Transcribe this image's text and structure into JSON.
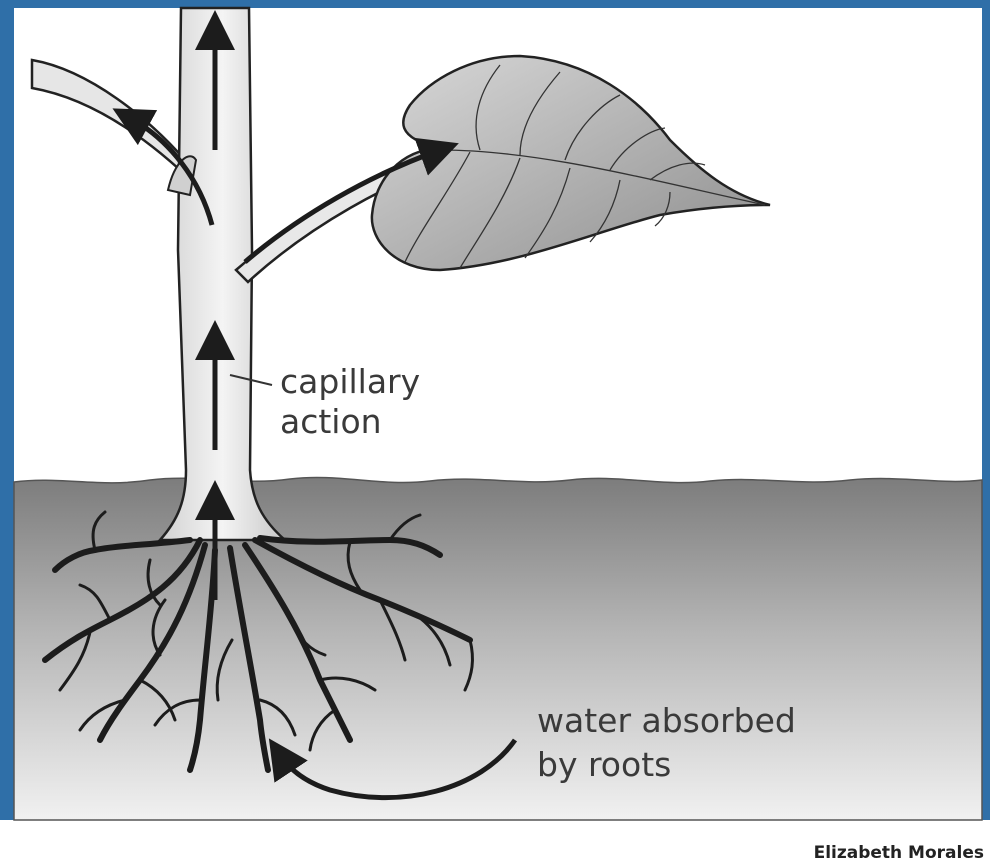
{
  "labels": {
    "capillary_line1": "capillary",
    "capillary_line2": "action",
    "water_line1": "water absorbed",
    "water_line2": "by roots",
    "credit": "Elizabeth Morales"
  },
  "colors": {
    "frame": "#2f6fa8",
    "soil_top": "#7f7f7f",
    "soil_bottom": "#f2f2f2",
    "ink": "#1c1c1c"
  }
}
